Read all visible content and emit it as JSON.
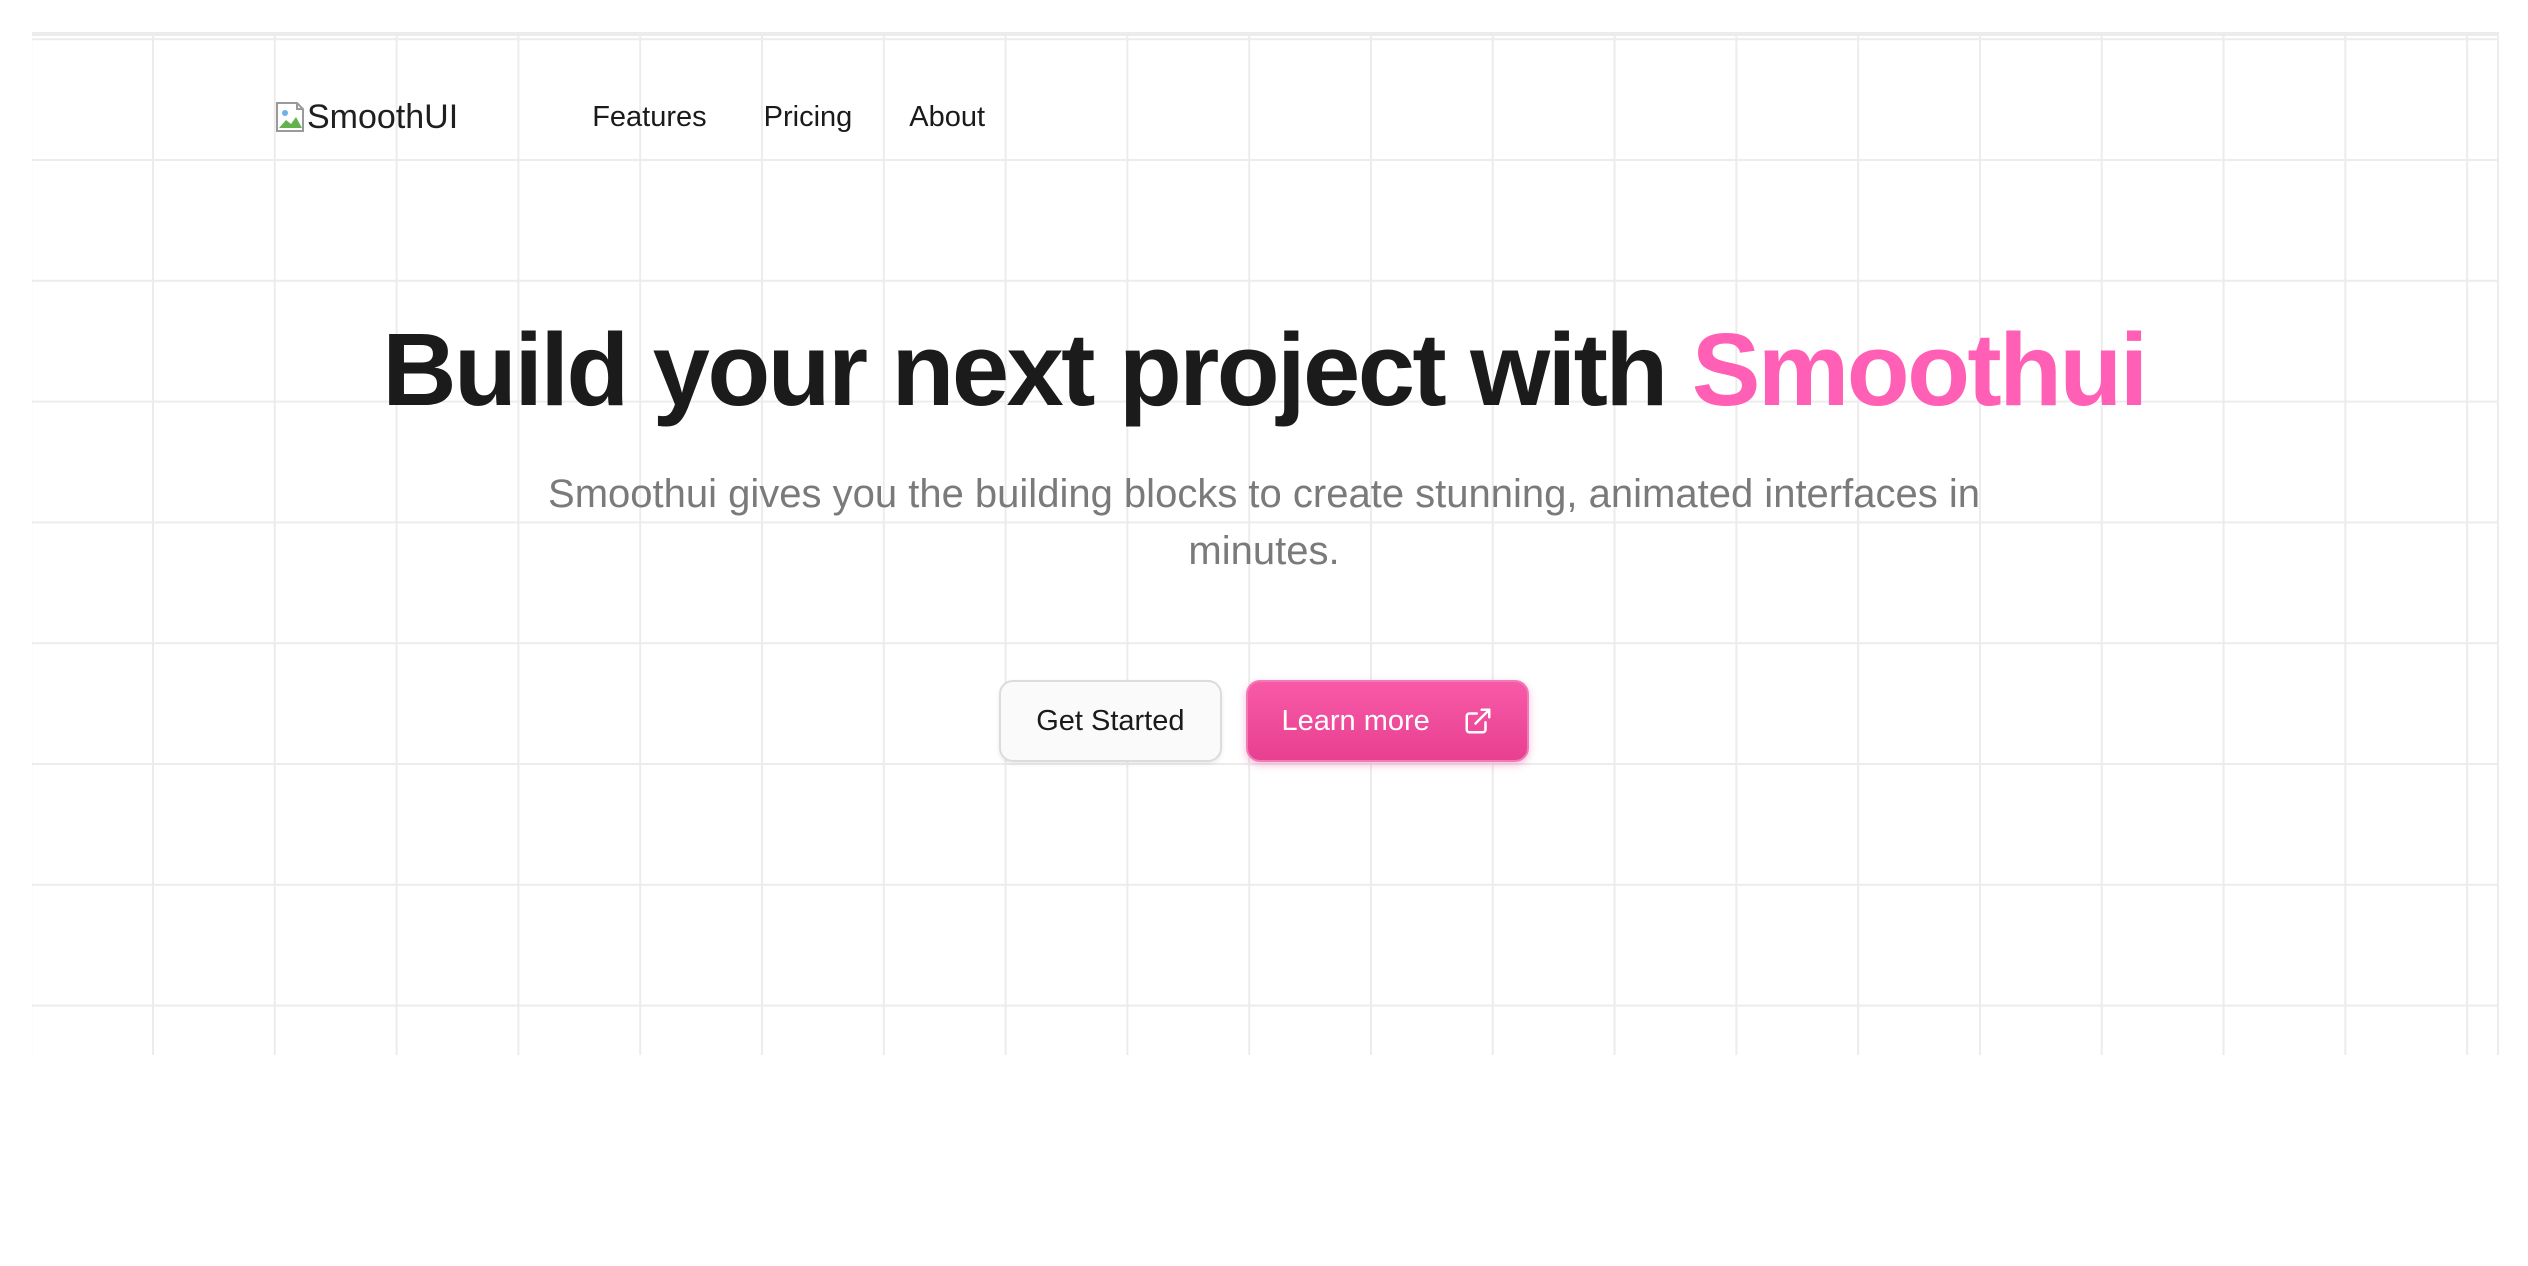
{
  "header": {
    "logo_alt": "SmoothUI",
    "nav": [
      "Features",
      "Pricing",
      "About"
    ]
  },
  "hero": {
    "title_main": "Build your next project with ",
    "title_accent": "Smoothui",
    "subtitle": "Smoothui gives you the building blocks to create stunning, animated interfaces in minutes.",
    "primary_cta": "Learn more",
    "secondary_cta": "Get Started"
  },
  "icons": {
    "broken_image": "broken-image-icon",
    "external_link": "external-link-icon"
  },
  "colors": {
    "accent": "#ff5fb4",
    "button_primary": "#ec4899",
    "grid_line": "#ececec",
    "heading": "#1b1b1b",
    "muted_text": "#7a7a7a"
  }
}
